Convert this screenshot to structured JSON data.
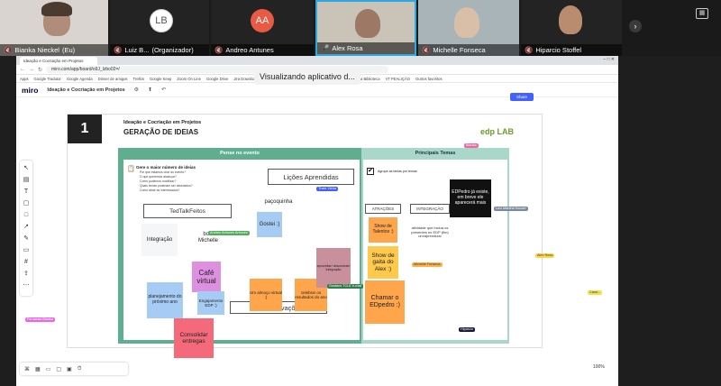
{
  "participants": [
    {
      "name": "Bianka Nieckel",
      "suffix": "(Eu)",
      "avatar": ""
    },
    {
      "name": "Luiz B...",
      "suffix": "(Organizador)",
      "avatar": "LB"
    },
    {
      "name": "Andreo Antunes",
      "suffix": "",
      "avatar": "AA"
    },
    {
      "name": "Alex Rosa",
      "suffix": "",
      "avatar": ""
    },
    {
      "name": "Michelle Fonseca",
      "suffix": "",
      "avatar": ""
    },
    {
      "name": "Hiparcio Stoffel",
      "suffix": "",
      "avatar": ""
    }
  ],
  "colors": {
    "lb": "#e8e8e8",
    "aa": "#e85a44",
    "active_border": "#2ea8e0"
  },
  "share_tooltip": "Visualizando aplicativo d...",
  "browser": {
    "tab_title": "Ideação e Cocriação em Projetos",
    "url": "miro.com/app/board/o9J_lzbo02=/",
    "bookmarks": [
      "Apps",
      "Google Tradutor",
      "Google Agenda",
      "Dinner de amigos",
      "Trellos",
      "Google Keep",
      "Zoom On Line",
      "Google Drive",
      "Jira Download",
      "Facecom Time",
      "Azure",
      "SAVEVIDEO.ME baixe",
      "Minha Biblioteca",
      "VT PEALIÇÃO",
      "Outros favoritos"
    ]
  },
  "miro": {
    "logo": "miro",
    "board_title": "Ideação e Cocriação em Projetos",
    "share_label": "Share",
    "zoom": "100%"
  },
  "frame": {
    "number": "1",
    "title_small": "Ideação e Cocriação em Projetos",
    "title_big": "GERAÇÃO DE IDEIAS",
    "brand": "edp LAB",
    "col_left": "Pense no evento",
    "col_right": "Principais Temas",
    "instructions_title": "Gere o maior número de ideias",
    "instructions": [
      "Por que estamos criar do evento?",
      "O que queremos alcançar?",
      "Como podemos mobilizar?",
      "Quais temas poderiam ser abordados?",
      "Como atrair as interessados?"
    ],
    "group_right_title": "Agrupe as ideias por temas"
  },
  "boxes": {
    "licoes": "Lições Aprendidas",
    "tedtalk": "TedTalkFeitos",
    "mural": "MuralInovações",
    "atracoes": "ATRAÇÕES",
    "integracao_box": "INTEGRAÇÃO"
  },
  "stickies": {
    "integracao": "Integração",
    "pacoquinha": "paçoquinha",
    "gostei": "Gostei :)",
    "bolo": "bolo Michelle",
    "cafe": "Café virtual",
    "planejamento": "planejamento do próximo ano",
    "engajamento": "Engajamento EDP :)",
    "um_almoco": "Um almoço virtual :)",
    "celebrar": "celebrar os resultados do ano",
    "consolidar": "Consolidar entregas",
    "show_talentos": "Show de Talentos :)",
    "show_gaita": "Show de gaita do Alex :)",
    "chamar": "Chamar o EDpedro :)",
    "integracao_note": "atividade que inclua os presentes no EDP (fim) um/aprendizar",
    "edpedro": "EDPedro já existe, em breve ele aparecerá mais",
    "mauve_note": "aproveitar/ descontrair/ Integração"
  },
  "cursor_tags": {
    "thais": "Thais Vieira",
    "bianka": "Bianka",
    "luiz_right": "Luiz Martins Hoover",
    "andreo": "Andreo Antunes Antunes",
    "michelle": "Michelle Fonseca",
    "alex": "Alex Rosa",
    "caroline": "Carol...",
    "hiparcio": "Hiparcio",
    "fernanda": "Fernanda Bianka",
    "gustavo": "Gustavo TCLE e-mail"
  }
}
